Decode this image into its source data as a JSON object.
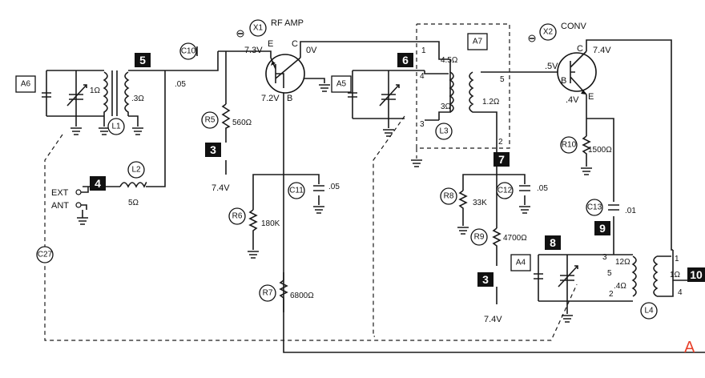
{
  "transistors": {
    "x1": {
      "id": "X1",
      "name": "RF AMP",
      "e": "E",
      "c": "C",
      "b": "B",
      "ve": "7.3V",
      "vc": "0V",
      "vb": "7.2V"
    },
    "x2": {
      "id": "X2",
      "name": "CONV",
      "c": "C",
      "b": "B",
      "e": "E",
      "vc": "7.4V",
      "vb": ".5V",
      "ve": ".4V"
    }
  },
  "test_points": [
    "5",
    "4",
    "3",
    "6",
    "7",
    "3",
    "8",
    "9",
    "10"
  ],
  "boxes": {
    "a6": "A6",
    "a5": "A5",
    "a7": "A7",
    "a4": "A4"
  },
  "coils": {
    "l1": {
      "id": "L1",
      "r1": "1Ω",
      "r2": ".3Ω"
    },
    "l2": {
      "id": "L2",
      "r": "5Ω"
    },
    "l3": {
      "id": "L3",
      "r1": "4.5Ω",
      "r2": "3Ω",
      "r3": "1.2Ω",
      "t1": "1",
      "t4": "4",
      "t3": "3",
      "t5": "5",
      "t2": "2"
    },
    "l4": {
      "id": "L4",
      "r1": "12Ω",
      "r2": ".4Ω",
      "r3": "1Ω",
      "t3": "3",
      "t5": "5",
      "t2": "2",
      "t1": "1",
      "t4": "4"
    }
  },
  "caps": {
    "c10": {
      "id": "C10",
      "v": ".05"
    },
    "c11": {
      "id": "C11",
      "v": ".05"
    },
    "c12": {
      "id": "C12",
      "v": ".05"
    },
    "c13": {
      "id": "C13",
      "v": ".01"
    },
    "c27": {
      "id": "C27"
    }
  },
  "resistors": {
    "r5": {
      "id": "R5",
      "v": "560Ω"
    },
    "r6": {
      "id": "R6",
      "v": "180K"
    },
    "r7": {
      "id": "R7",
      "v": "6800Ω"
    },
    "r8": {
      "id": "R8",
      "v": "33K"
    },
    "r9": {
      "id": "R9",
      "v": "4700Ω"
    },
    "r10": {
      "id": "R10",
      "v": "1500Ω"
    }
  },
  "supply": {
    "v1": "7.4V",
    "v2": "7.4V"
  },
  "antenna": {
    "ext": "EXT",
    "ant": "ANT"
  },
  "corner_letter": "A",
  "accent": "#e8402a"
}
